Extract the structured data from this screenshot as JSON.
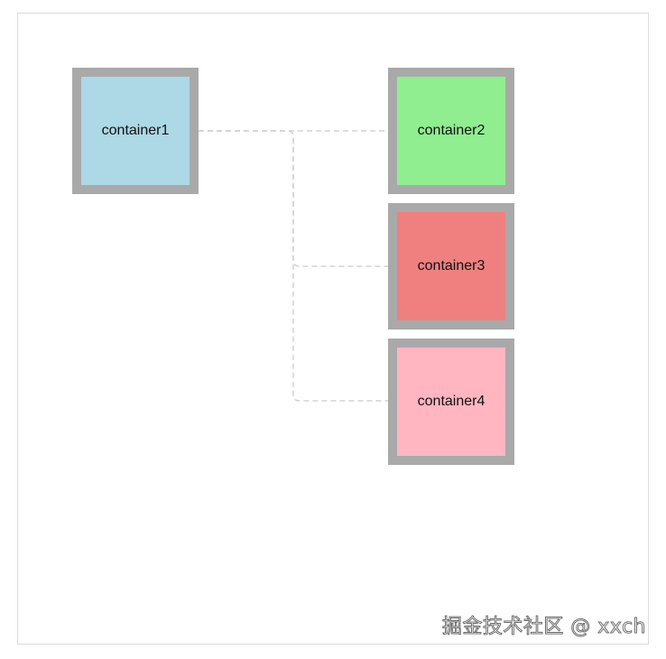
{
  "containers": [
    {
      "label": "container1",
      "color": "#add8e6"
    },
    {
      "label": "container2",
      "color": "#90ee90"
    },
    {
      "label": "container3",
      "color": "#f08080"
    },
    {
      "label": "container4",
      "color": "#ffb6c1"
    }
  ],
  "style": {
    "border_color": "#a9a9a9",
    "connector_color": "#d3d3d3"
  },
  "watermark": "掘金技术社区 @ xxch"
}
